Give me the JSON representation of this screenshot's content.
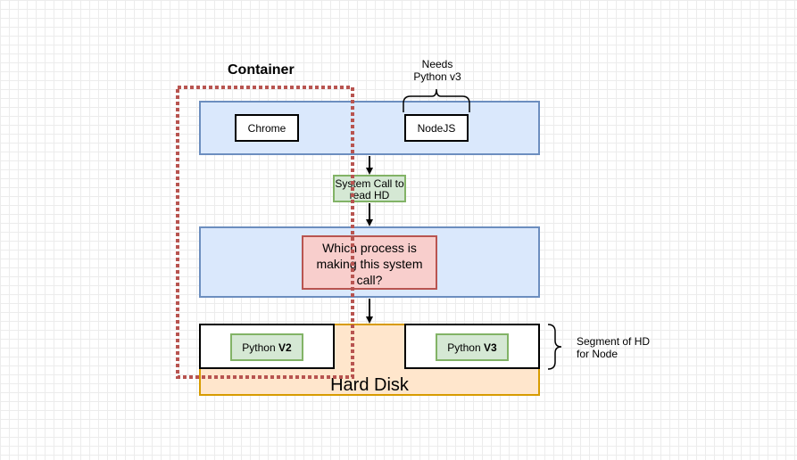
{
  "container_title": "Container",
  "needs_note": {
    "line1": "Needs",
    "line2": "Python v3"
  },
  "top_box": {
    "chrome": "Chrome",
    "nodejs": "NodeJS"
  },
  "system_call": {
    "line1": "System Call to",
    "line2": "read HD"
  },
  "middle_box": {
    "question_line1": "Which process is",
    "question_line2": "making this system",
    "question_line3": "call?"
  },
  "hard_disk": {
    "label": "Hard Disk",
    "python_v2": {
      "prefix": "Python ",
      "version": "V2"
    },
    "python_v3": {
      "prefix": "Python ",
      "version": "V3"
    }
  },
  "segment_note": {
    "line1": "Segment of HD",
    "line2": "for Node"
  }
}
